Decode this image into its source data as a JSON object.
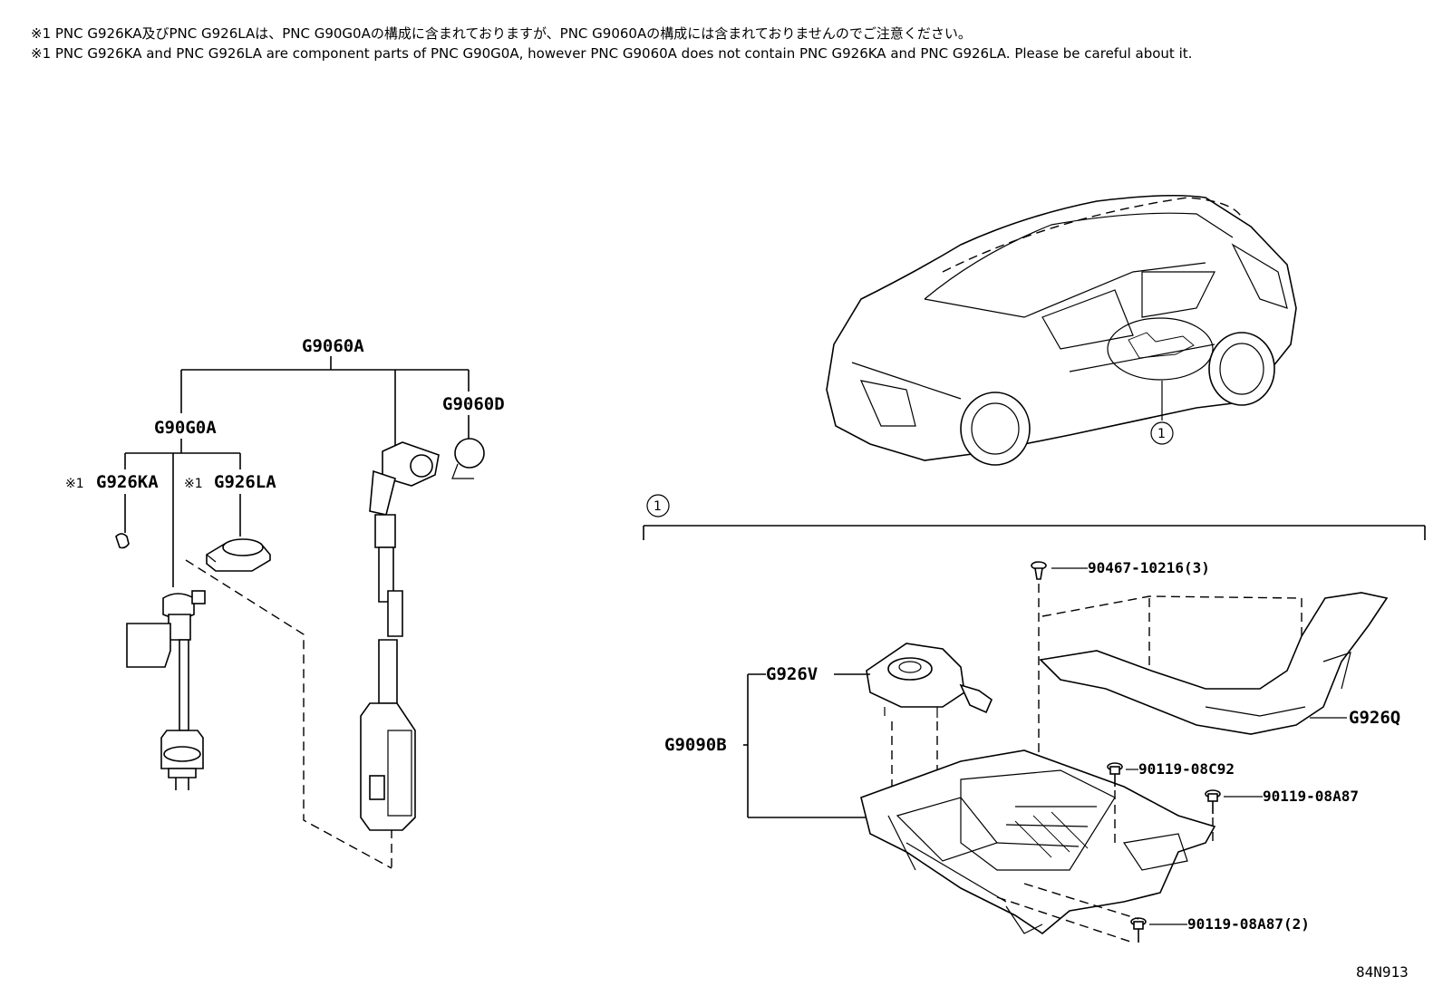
{
  "notes": {
    "jp": "※1 PNC G926KA及びPNC G926LAは、PNC G90G0Aの構成に含まれておりますが、PNC G9060Aの構成には含まれておりませんのでご注意ください。",
    "en": "※1 PNC G926KA and PNC G926LA are component parts of PNC G90G0A, however PNC G9060A does not contain PNC G926KA and PNC G926LA. Please be careful about it."
  },
  "left_group": {
    "top": "G9060A",
    "sub": "G90G0A",
    "cap": "G9060D",
    "item_ka_mark": "※1",
    "item_ka": "G926KA",
    "item_la_mark": "※1",
    "item_la": "G926LA"
  },
  "callout": {
    "ref": "1"
  },
  "right_group": {
    "assy": "G9090B",
    "bracket": "G926V",
    "duct": "G926Q",
    "clip": "90467-10216(3)",
    "bolt_a": "90119-08C92",
    "bolt_b": "90119-08A87",
    "bolt_c": "90119-08A87(2)"
  },
  "figure_code": "84N913"
}
